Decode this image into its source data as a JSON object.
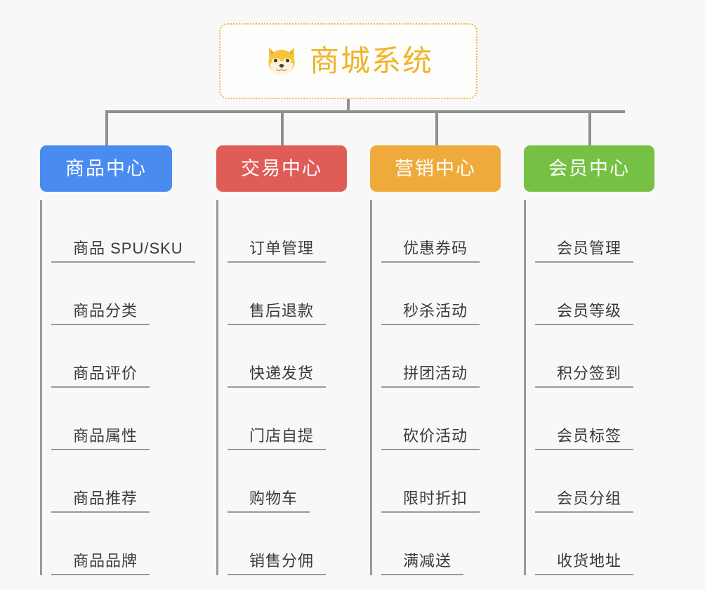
{
  "background": "#f8f8f8",
  "root": {
    "icon": "shiba-dog-face-icon",
    "title": "商城系统",
    "title_color": "#f0b429",
    "border_color": "#e8b84b"
  },
  "line_color": "#909090",
  "columns": [
    {
      "header": "商品中心",
      "color": "#4a8bf0",
      "items": [
        "商品 SPU/SKU",
        "商品分类",
        "商品评价",
        "商品属性",
        "商品推荐",
        "商品品牌"
      ]
    },
    {
      "header": "交易中心",
      "color": "#e05c57",
      "items": [
        "订单管理",
        "售后退款",
        "快递发货",
        "门店自提",
        "购物车",
        "销售分佣"
      ]
    },
    {
      "header": "营销中心",
      "color": "#eeab3c",
      "items": [
        "优惠券码",
        "秒杀活动",
        "拼团活动",
        "砍价活动",
        "限时折扣",
        "满减送"
      ]
    },
    {
      "header": "会员中心",
      "color": "#76c144",
      "items": [
        "会员管理",
        "会员等级",
        "积分签到",
        "会员标签",
        "会员分组",
        "收货地址"
      ]
    }
  ]
}
